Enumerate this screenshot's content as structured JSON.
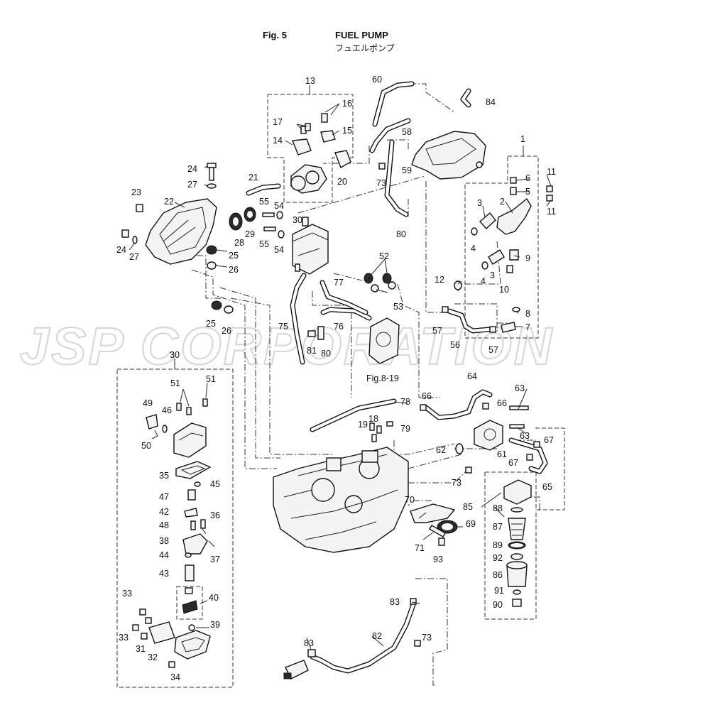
{
  "header": {
    "fig_label": "Fig. 5",
    "title_en": "FUEL PUMP",
    "title_jp": "フュエルポンプ"
  },
  "watermark": "JSP CORPORATION",
  "reference_label": "Fig.8-19",
  "callouts": {
    "c1": "1",
    "c2": "2",
    "c3a": "3",
    "c3b": "3",
    "c4a": "4",
    "c4b": "4",
    "c5": "5",
    "c6": "6",
    "c7": "7",
    "c8": "8",
    "c9": "9",
    "c10": "10",
    "c11a": "11",
    "c11b": "11",
    "c12": "12",
    "c13": "13",
    "c14": "14",
    "c15": "15",
    "c16": "16",
    "c17": "17",
    "c20": "20",
    "c21": "21",
    "c22": "22",
    "c23": "23",
    "c24a": "24",
    "c24b": "24",
    "c25a": "25",
    "c25b": "25",
    "c26a": "26",
    "c26b": "26",
    "c27a": "27",
    "c27b": "27",
    "c28": "28",
    "c29": "29",
    "c30a": "30",
    "c30b": "30",
    "c31": "31",
    "c32": "32",
    "c33a": "33",
    "c33b": "33",
    "c34": "34",
    "c35": "35",
    "c36": "36",
    "c37": "37",
    "c38": "38",
    "c39": "39",
    "c40": "40",
    "c42": "42",
    "c43": "43",
    "c44": "44",
    "c45": "45",
    "c46": "46",
    "c47": "47",
    "c48": "48",
    "c49": "49",
    "c50": "50",
    "c51a": "51",
    "c51b": "51",
    "c52": "52",
    "c53": "53",
    "c54a": "54",
    "c54b": "54",
    "c55a": "55",
    "c55b": "55",
    "c56": "56",
    "c57a": "57",
    "c57b": "57",
    "c58": "58",
    "c59": "59",
    "c60": "60",
    "c61": "61",
    "c62": "62",
    "c63a": "63",
    "c63b": "63",
    "c64": "64",
    "c65": "65",
    "c66a": "66",
    "c66b": "66",
    "c67a": "67",
    "c67b": "67",
    "c69": "69",
    "c70": "70",
    "c71": "71",
    "c73a": "73",
    "c73b": "73",
    "c73c": "73",
    "c75": "75",
    "c76": "76",
    "c77": "77",
    "c78": "78",
    "c79": "79",
    "c80a": "80",
    "c80b": "80",
    "c81": "81",
    "c82": "82",
    "c83a": "83",
    "c83b": "83",
    "c84": "84",
    "c85": "85",
    "c86": "86",
    "c87": "87",
    "c88": "88",
    "c89": "89",
    "c90": "90",
    "c91": "91",
    "c92": "92",
    "c93": "93",
    "c18": "18",
    "c19": "19"
  },
  "colors": {
    "line": "#111111",
    "watermark": "#d8d8d8",
    "background": "#ffffff"
  }
}
